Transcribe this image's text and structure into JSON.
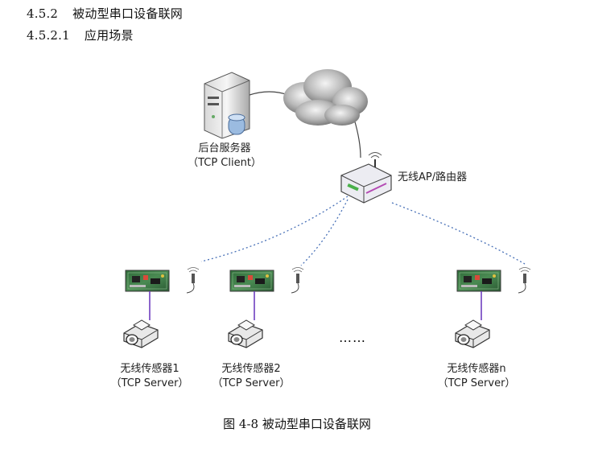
{
  "section": {
    "number": "4.5.2",
    "title": "被动型串口设备联网"
  },
  "subsection": {
    "number": "4.5.2.1",
    "title": "应用场景"
  },
  "figure": {
    "server": {
      "name": "后台服务器",
      "role": "（TCP Client）"
    },
    "router": {
      "name": "无线AP/路由器"
    },
    "sensors": [
      {
        "name": "无线传感器1",
        "role": "（TCP Server）"
      },
      {
        "name": "无线传感器2",
        "role": "（TCP Server）"
      },
      {
        "name": "无线传感器n",
        "role": "（TCP Server）"
      }
    ],
    "ellipsis": "……",
    "caption": "图  4-8 被动型串口设备联网"
  }
}
